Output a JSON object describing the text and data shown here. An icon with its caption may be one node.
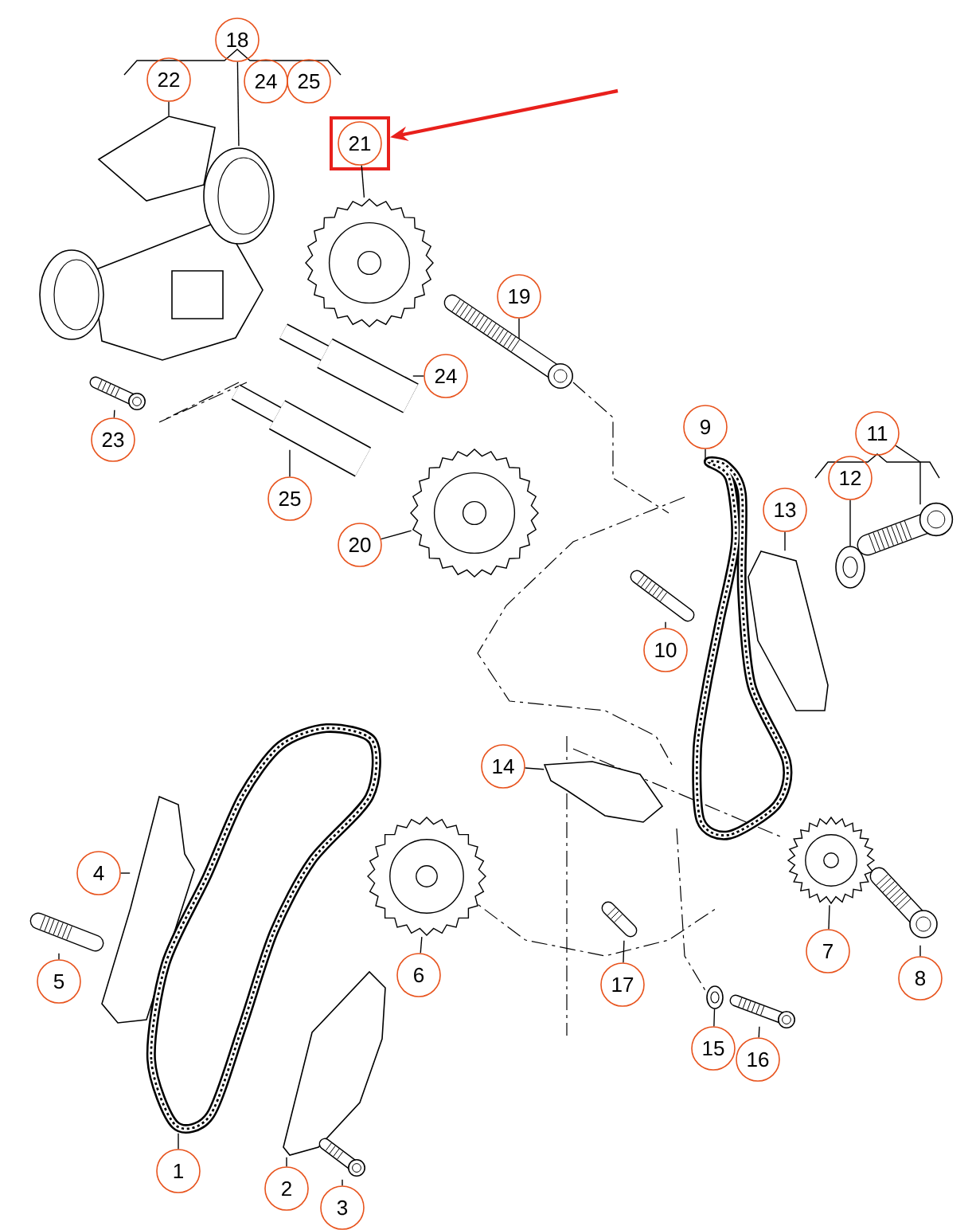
{
  "diagram": {
    "nodes": [
      {
        "text": [],
        "shape": "box"
      },
      {
        "text": [
          "21"
        ],
        "in": 0
      },
      {
        "text": [
          "18"
        ]
      },
      {
        "text": [
          "22"
        ]
      },
      {
        "text": [
          "24"
        ]
      },
      {
        "text": [
          "25"
        ]
      },
      {
        "text": [
          "19"
        ]
      },
      {
        "text": [
          "24"
        ]
      },
      {
        "text": [
          "23"
        ]
      },
      {
        "text": [
          "25"
        ]
      },
      {
        "text": [
          "20"
        ]
      },
      {
        "text": [
          "9"
        ]
      },
      {
        "text": [
          "11"
        ]
      },
      {
        "text": [
          "12"
        ]
      },
      {
        "text": [
          "13"
        ]
      },
      {
        "text": [
          "10"
        ]
      },
      {
        "text": [
          "14"
        ]
      },
      {
        "text": [
          "4"
        ]
      },
      {
        "text": [
          "6"
        ]
      },
      {
        "text": [
          "5"
        ]
      },
      {
        "text": [
          "7"
        ]
      },
      {
        "text": [
          "8"
        ]
      },
      {
        "text": [
          "17"
        ]
      },
      {
        "text": [
          "15"
        ]
      },
      {
        "text": [
          "16"
        ]
      },
      {
        "text": [
          "1"
        ]
      },
      {
        "text": [
          "2"
        ]
      },
      {
        "text": [
          "3"
        ]
      },
      {
        "text": [],
        "shape": "picture"
      },
      {
        "text": [],
        "shape": "picture"
      },
      {
        "text": [],
        "shape": "picture"
      },
      {
        "text": [],
        "shape": "picture"
      },
      {
        "text": [],
        "shape": "picture"
      },
      {
        "text": [],
        "shape": "picture"
      },
      {
        "text": [],
        "shape": "picture"
      },
      {
        "text": [],
        "shape": "picture"
      },
      {
        "text": [],
        "shape": "picture"
      },
      {
        "text": [],
        "shape": "picture"
      },
      {
        "text": [],
        "shape": "picture"
      },
      {
        "text": [],
        "shape": "picture"
      },
      {
        "text": [],
        "shape": "picture"
      },
      {
        "text": [],
        "shape": "picture"
      },
      {
        "text": [],
        "shape": "picture"
      },
      {
        "text": [],
        "shape": "picture"
      },
      {
        "text": [],
        "shape": "picture"
      },
      {
        "text": [],
        "shape": "picture"
      },
      {
        "text": [],
        "shape": "picture"
      },
      {
        "text": [],
        "shape": "picture"
      },
      {
        "text": [],
        "shape": "picture"
      },
      {
        "text": [],
        "shape": "picture"
      },
      {
        "text": [],
        "shape": "picture"
      },
      {
        "text": [],
        "shape": "picture"
      },
      {
        "text": [],
        "shape": "picture"
      }
    ],
    "edges": [
      {
        "from": null,
        "to": 0,
        "arrow": "to",
        "style": "thick",
        "color": "#e8201c"
      },
      {
        "from": 1,
        "to": 28,
        "arrow": "none"
      },
      {
        "from": 2,
        "to": 29,
        "arrow": "none"
      },
      {
        "from": 3,
        "to": 30,
        "arrow": "none"
      },
      {
        "from": 6,
        "to": 31,
        "arrow": "none"
      },
      {
        "from": 7,
        "to": 32,
        "arrow": "none"
      },
      {
        "from": 8,
        "to": 33,
        "arrow": "none"
      },
      {
        "from": 9,
        "to": 34,
        "arrow": "none"
      },
      {
        "from": 10,
        "to": 35,
        "arrow": "none"
      },
      {
        "from": 11,
        "to": 36,
        "arrow": "none"
      },
      {
        "from": 12,
        "to": 37,
        "arrow": "none"
      },
      {
        "from": 13,
        "to": 38,
        "arrow": "none"
      },
      {
        "from": 14,
        "to": 39,
        "arrow": "none"
      },
      {
        "from": 15,
        "to": 40,
        "arrow": "none"
      },
      {
        "from": 16,
        "to": 41,
        "arrow": "none"
      },
      {
        "from": 17,
        "to": 42,
        "arrow": "none"
      },
      {
        "from": 18,
        "to": 43,
        "arrow": "none"
      },
      {
        "from": 19,
        "to": 44,
        "arrow": "none"
      },
      {
        "from": 20,
        "to": 45,
        "arrow": "none"
      },
      {
        "from": 21,
        "to": 46,
        "arrow": "none"
      },
      {
        "from": 22,
        "to": 47,
        "arrow": "none"
      },
      {
        "from": 23,
        "to": 48,
        "arrow": "none"
      },
      {
        "from": 24,
        "to": 49,
        "arrow": "none"
      },
      {
        "from": 25,
        "to": 50,
        "arrow": "none"
      },
      {
        "from": 26,
        "to": 51,
        "arrow": "none"
      },
      {
        "from": 27,
        "to": 52,
        "arrow": "none"
      }
    ]
  }
}
